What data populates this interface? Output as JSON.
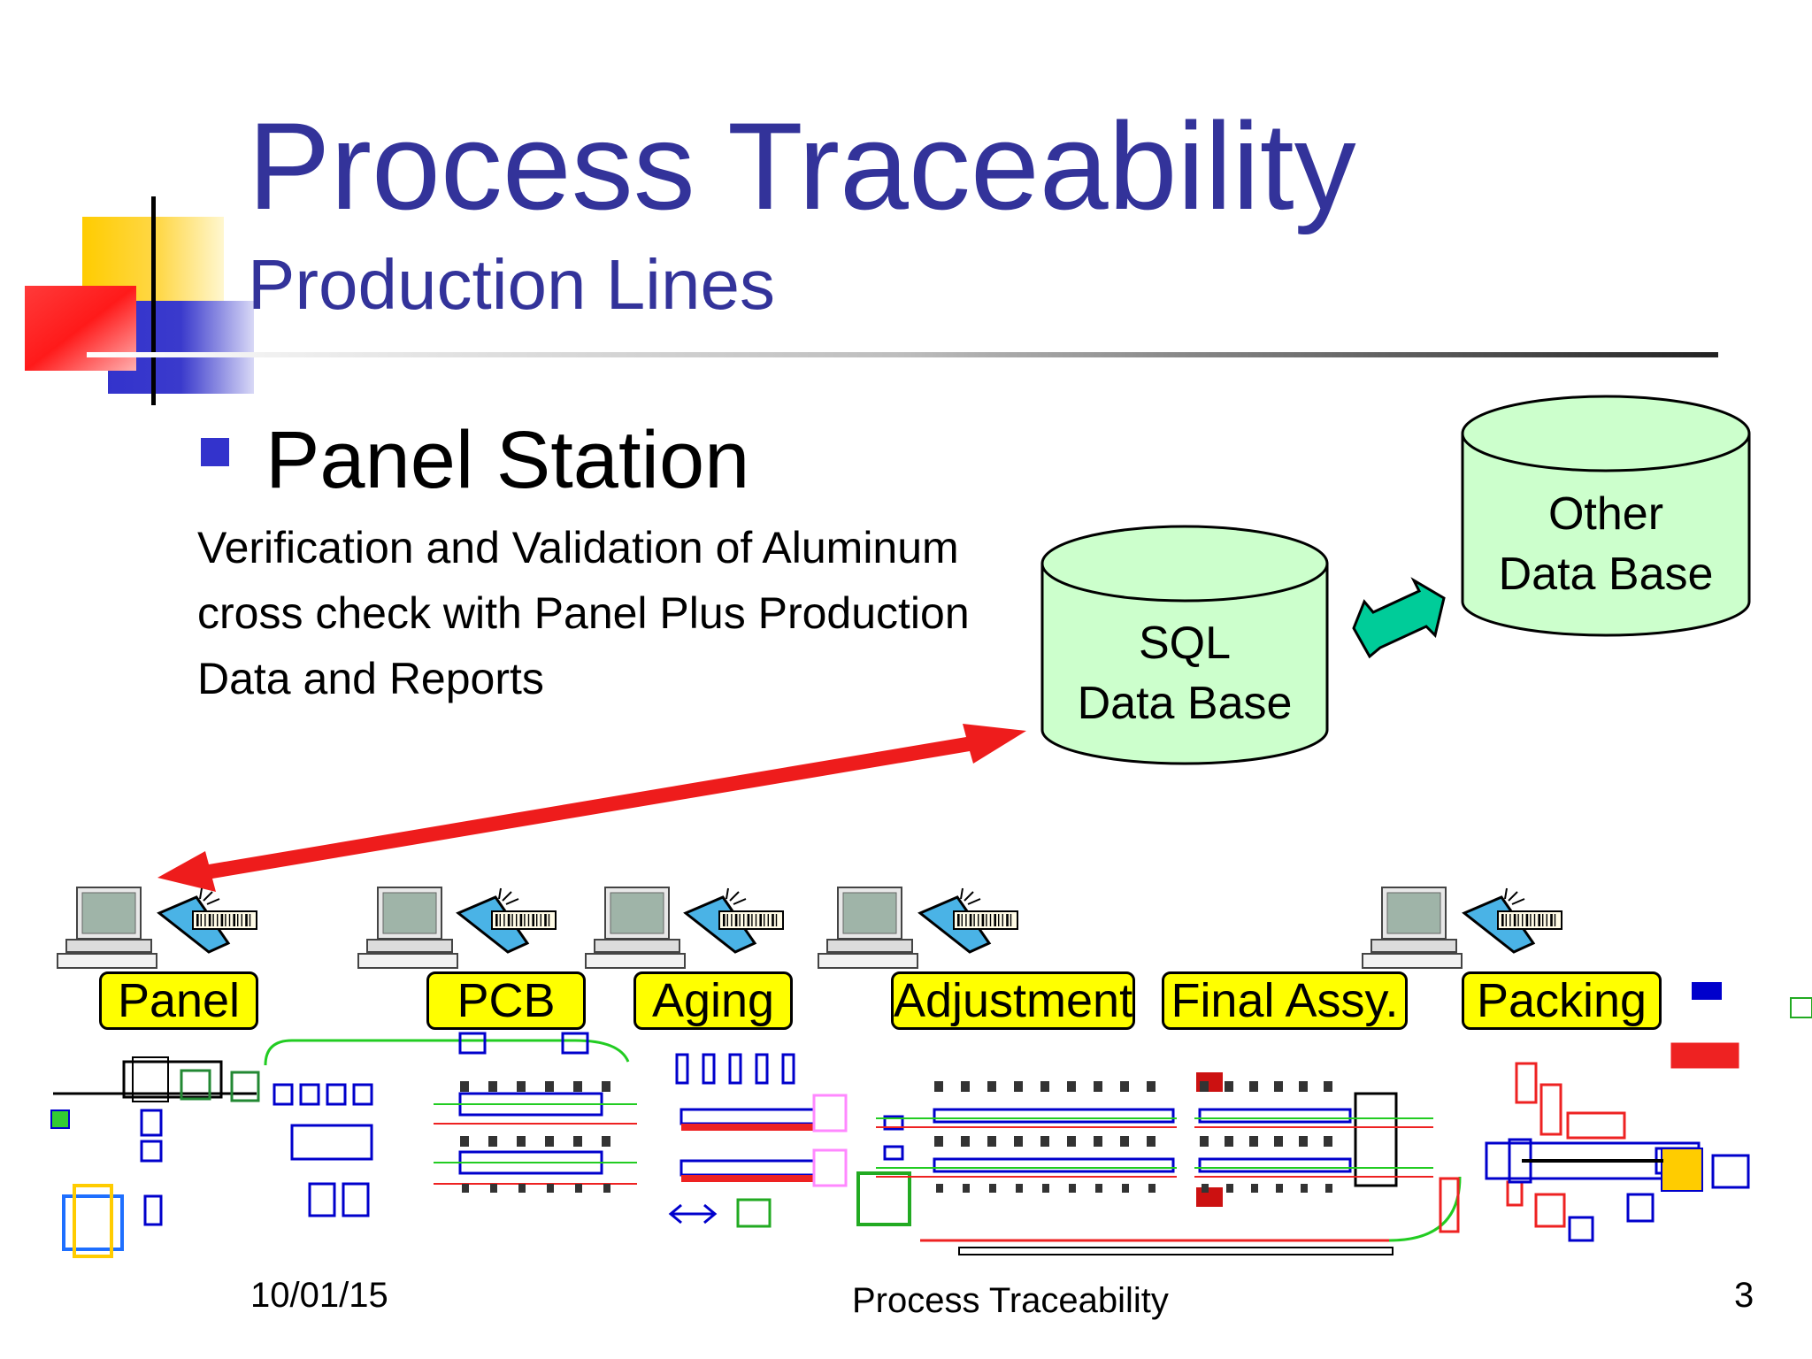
{
  "slide": {
    "title": "Process Traceability",
    "subtitle": "Production Lines",
    "bullet": "Panel Station",
    "description": [
      "Verification and Validation of Aluminum",
      "cross check with Panel Plus Production",
      "Data and Reports"
    ]
  },
  "databases": {
    "sql": {
      "line1": "SQL",
      "line2": "Data Base"
    },
    "other": {
      "line1": "Other",
      "line2": "Data Base"
    }
  },
  "stations": [
    "Panel",
    "PCB",
    "Aging",
    "Adjustment",
    "Final Assy.",
    "Packing"
  ],
  "footer": {
    "date": "10/01/15",
    "center": "Process Traceability",
    "page": "3"
  },
  "colors": {
    "title": "#33339a",
    "db_fill": "#ccffcc",
    "station_fill": "#ffff00",
    "red_arrow": "#ee1c1c",
    "teal_arrow": "#00cc99"
  },
  "icons": [
    "computer-icon",
    "barcode-scanner-icon"
  ]
}
